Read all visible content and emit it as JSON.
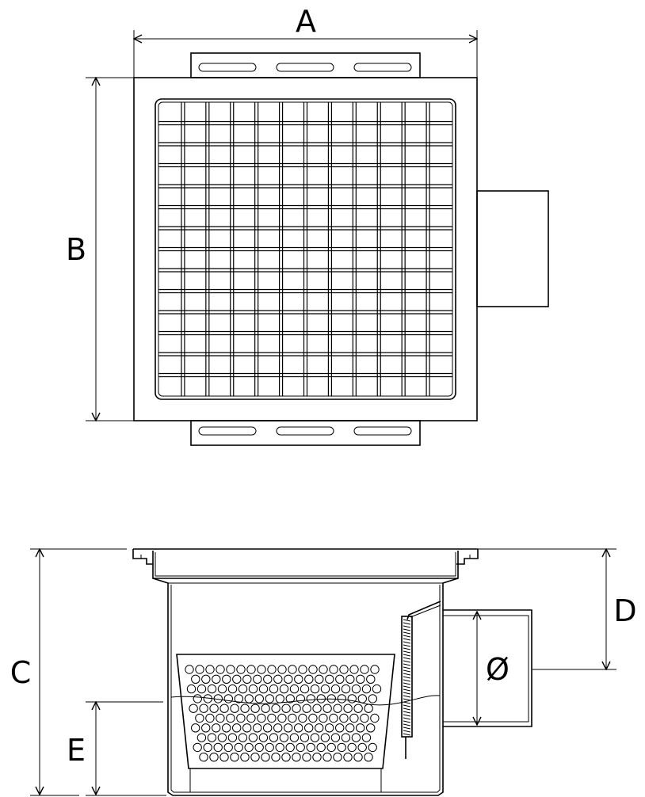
{
  "labels": {
    "a": "A",
    "b": "B",
    "c": "C",
    "d": "D",
    "e": "E",
    "diameter": "Ø"
  }
}
